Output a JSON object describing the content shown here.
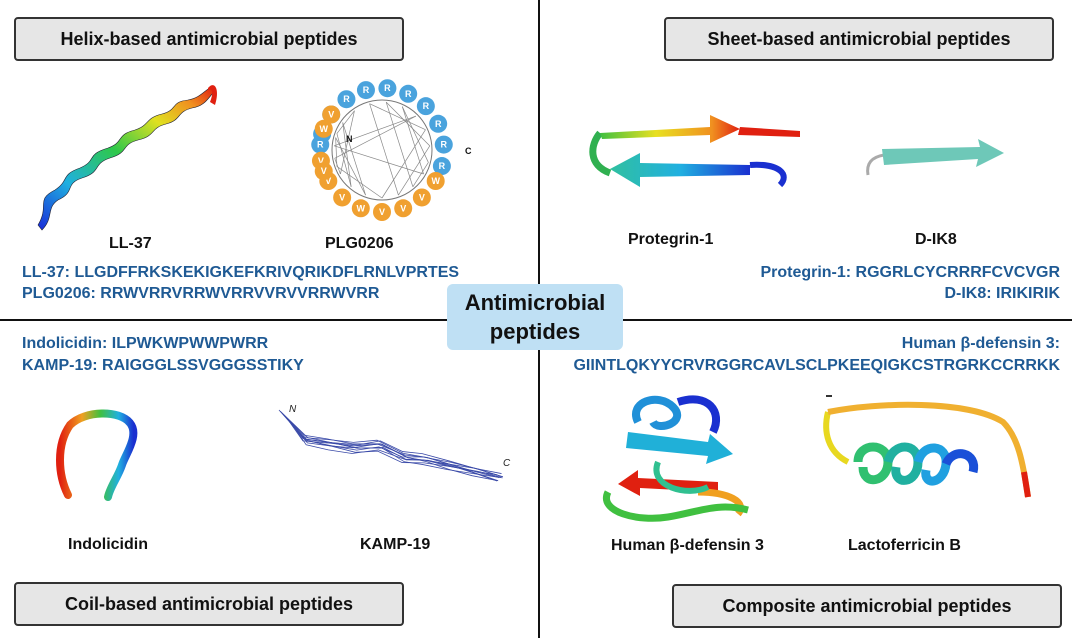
{
  "center": {
    "line1": "Antimicrobial",
    "line2": "peptides"
  },
  "sections": {
    "helix": {
      "title": "Helix-based antimicrobial peptides",
      "labels": [
        "LL-37",
        "PLG0206"
      ],
      "sequences": [
        "LL-37: LLGDFFRKSKEKIGKEFKRIVQRIKDFLRNLVPRTES",
        "PLG0206: RRWVRRVRRWVRRVVRVVRRWVRR"
      ]
    },
    "sheet": {
      "title": "Sheet-based antimicrobial peptides",
      "labels": [
        "Protegrin-1",
        "D-IK8"
      ],
      "sequences": [
        "Protegrin-1: RGGRLCYCRRRFCVCVGR",
        "D-IK8: IRIKIRIK"
      ]
    },
    "coil": {
      "title": "Coil-based antimicrobial peptides",
      "labels": [
        "Indolicidin",
        "KAMP-19"
      ],
      "sequences": [
        "Indolicidin: ILPWKWPWWPWRR",
        "KAMP-19: RAIGGGLSSVGGGSSTIKY"
      ]
    },
    "composite": {
      "title": "Composite antimicrobial peptides",
      "labels": [
        "Human β-defensin 3",
        "Lactoferricin B"
      ],
      "sequences": [
        "Human β-defensin 3:",
        "GIINTLQKYYCRVRGGRCAVLSCLPKEEQIGKCSTRGRKCCRRKK"
      ]
    }
  },
  "helical_wheel": {
    "blue_residues": [
      "R",
      "R",
      "R",
      "R",
      "R",
      "R",
      "R",
      "R",
      "R",
      "R",
      "R"
    ],
    "orange_residues": [
      "V",
      "V",
      "W",
      "V",
      "V",
      "V",
      "W",
      "V",
      "W",
      "V",
      "V"
    ],
    "terminal_n": "N",
    "terminal_c": "C",
    "blue_color": "#4aa3dd",
    "orange_color": "#f0a030"
  },
  "kamp_termini": {
    "n": "N",
    "c": "C"
  },
  "colors": {
    "sequence_text": "#1f5a94",
    "center_box": "#bfe0f4",
    "title_box": "#e6e6e6"
  }
}
